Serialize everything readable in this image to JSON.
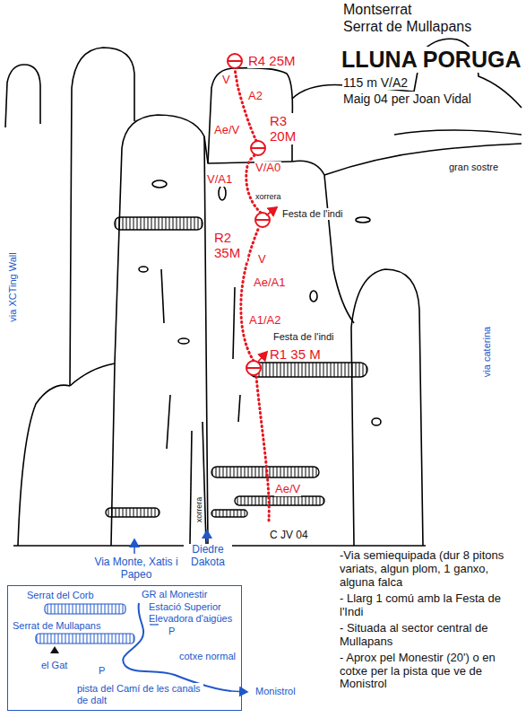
{
  "diagram": {
    "title": "LLUNA PORUGA",
    "nodes": [
      {
        "text": [
          "Serrat del Corb",
          "GR al Monestir",
          "Estació Superior Elevadora d'aigües",
          "Serrat de Mullapans",
          "el Gat",
          "cotxe normal",
          "P",
          "P",
          "pista del Camí de les canals de dalt"
        ]
      }
    ],
    "labels": [
      "Montserrat",
      "Serrat de Mullapans",
      "115 m V/A2",
      "Maig 04 per Joan Vidal",
      "R4 25M",
      "V",
      "A2",
      "Ae/V",
      "R3 20M",
      "V/A0",
      "gran sostre",
      "V/A1",
      "xorrera",
      "Festa de l'indi",
      "R2 35M",
      "V",
      "Ae/A1",
      "A1/A2",
      "Festa de l'indi",
      "R1 35 M",
      "Ae/V",
      "C JV 04",
      "via XCTing Wall",
      "via caterina",
      "xorrera",
      "Via Monte, Xatis i Papeo",
      "Diedre Dakota",
      "-Via semiequipada (dur 8 pitons variats, algun plom, 1 ganxo, alguna falca",
      "- Llarg 1 comú amb la Festa de l'Indi",
      "- Situada al sector central de Mullapans",
      "- Aprox pel Monestir (20') o en cotxe per la pista que ve de Monistrol",
      "Monistrol"
    ]
  }
}
